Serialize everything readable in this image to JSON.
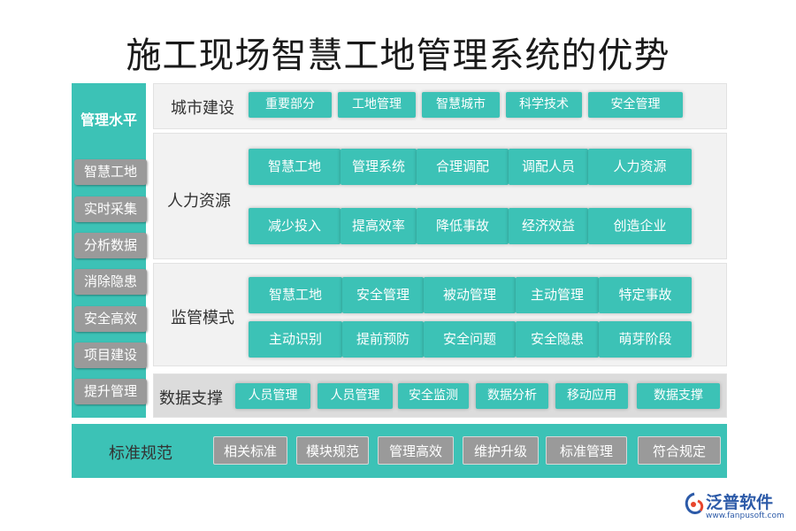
{
  "title": "施工现场智慧工地管理系统的优势",
  "left": {
    "header": "管理水平",
    "items": [
      "智慧工地",
      "实时采集",
      "分析数据",
      "消除隐患",
      "安全高效",
      "项目建设",
      "提升管理"
    ]
  },
  "city": {
    "label": "城市建设",
    "items": [
      "重要部分",
      "工地管理",
      "智慧城市",
      "科学技术",
      "安全管理"
    ]
  },
  "hr": {
    "label": "人力资源",
    "row1": [
      "智慧工地",
      "管理系统",
      "合理调配",
      "调配人员",
      "人力资源"
    ],
    "row2": [
      "减少投入",
      "提高效率",
      "降低事故",
      "经济效益",
      "创造企业"
    ]
  },
  "supervision": {
    "label": "监管模式",
    "row1": [
      "智慧工地",
      "安全管理",
      "被动管理",
      "主动管理",
      "特定事故"
    ],
    "row2": [
      "主动识别",
      "提前预防",
      "安全问题",
      "安全隐患",
      "萌芽阶段"
    ]
  },
  "data_support": {
    "label": "数据支撑",
    "items": [
      "人员管理",
      "人员管理",
      "安全监测",
      "数据分析",
      "移动应用",
      "数据支撑"
    ]
  },
  "standard": {
    "label": "标准规范",
    "items": [
      "相关标准",
      "模块规范",
      "管理高效",
      "维护升级",
      "标准管理",
      "符合规定"
    ]
  },
  "logo": {
    "name": "泛普软件",
    "url": "www.fanpusoft.com"
  },
  "colors": {
    "teal": "#3cc2b6",
    "gray_button": "#9a9a9a",
    "panel": "#f2f2f2",
    "logo_blue": "#2c5aa8"
  }
}
